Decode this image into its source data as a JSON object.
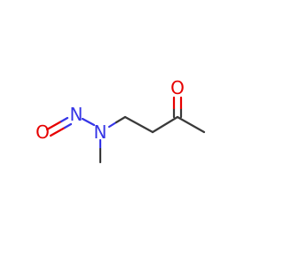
{
  "molecule": {
    "atoms": {
      "oxygen_nitroso": {
        "symbol": "O",
        "color": "#e60000"
      },
      "nitrogen_nitroso": {
        "symbol": "N",
        "color": "#3535e6"
      },
      "nitrogen_amine": {
        "symbol": "N",
        "color": "#3535e6"
      },
      "oxygen_ketone": {
        "symbol": "O",
        "color": "#e60000"
      }
    },
    "bond_color": "#3a3a3a"
  }
}
